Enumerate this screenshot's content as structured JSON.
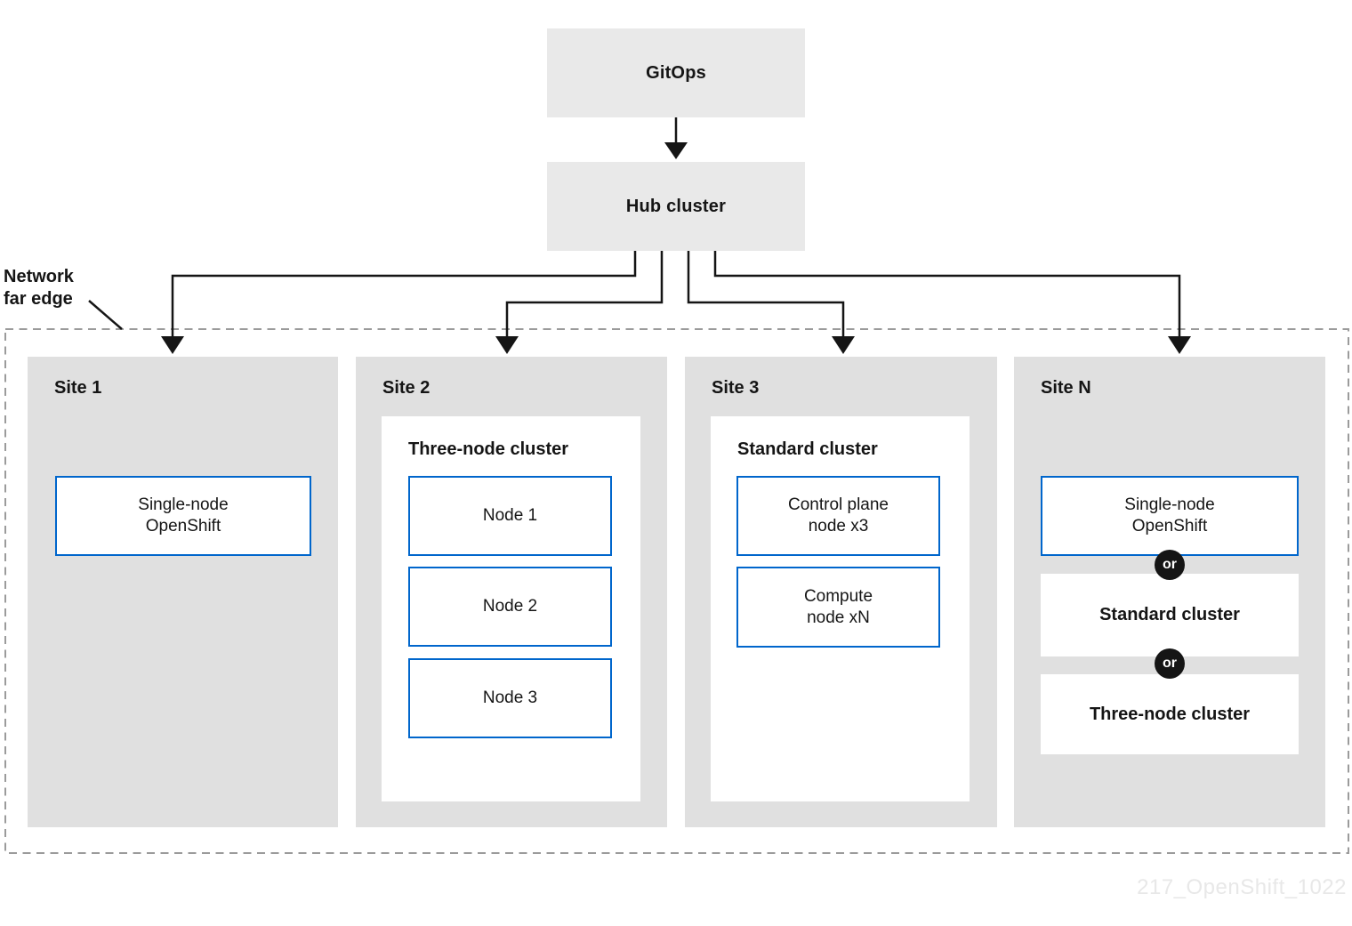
{
  "top_boxes": {
    "gitops": "GitOps",
    "hub_cluster": "Hub cluster"
  },
  "network_edge": {
    "line1": "Network",
    "line2": "far edge"
  },
  "sites": {
    "site1": {
      "title": "Site 1",
      "node": {
        "line1": "Single-node",
        "line2": "OpenShift"
      }
    },
    "site2": {
      "title": "Site 2",
      "cluster_title": "Three-node cluster",
      "nodes": [
        "Node 1",
        "Node 2",
        "Node 3"
      ]
    },
    "site3": {
      "title": "Site 3",
      "cluster_title": "Standard cluster",
      "nodes": [
        {
          "line1": "Control plane",
          "line2": "node x3"
        },
        {
          "line1": "Compute",
          "line2": "node xN"
        }
      ]
    },
    "siteN": {
      "title": "Site N",
      "or_label": "or",
      "options": [
        {
          "line1": "Single-node",
          "line2": "OpenShift"
        },
        {
          "label": "Standard cluster"
        },
        {
          "label": "Three-node cluster"
        }
      ]
    }
  },
  "watermark": "217_OpenShift_1022",
  "colors": {
    "accent_blue": "#0066cc",
    "top_box_gray": "#e9e9e9",
    "site_gray": "#e0e0e0",
    "line_black": "#151515",
    "dashed_border_gray": "#9b9b9b",
    "watermark_gray": "#e8e8e8"
  }
}
